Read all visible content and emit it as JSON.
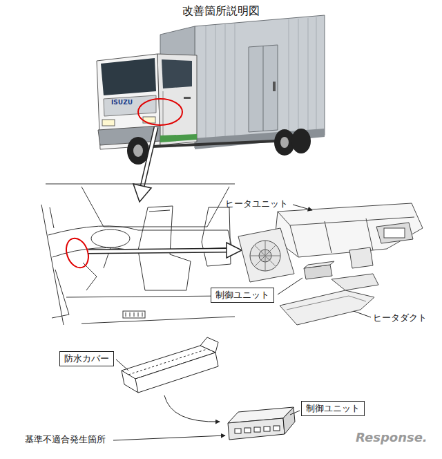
{
  "diagram": {
    "title": "改善箇所説明図",
    "nodes": [
      {
        "text": [
          "制御ユニット"
        ]
      },
      {
        "text": [
          "防水カバー"
        ]
      },
      {
        "text": [
          "制御ユニット"
        ]
      }
    ],
    "labels": [
      "ISUZU",
      "ヒータユニット",
      "ヒータダクト",
      "基準不適合発生箇所",
      "Response."
    ]
  }
}
